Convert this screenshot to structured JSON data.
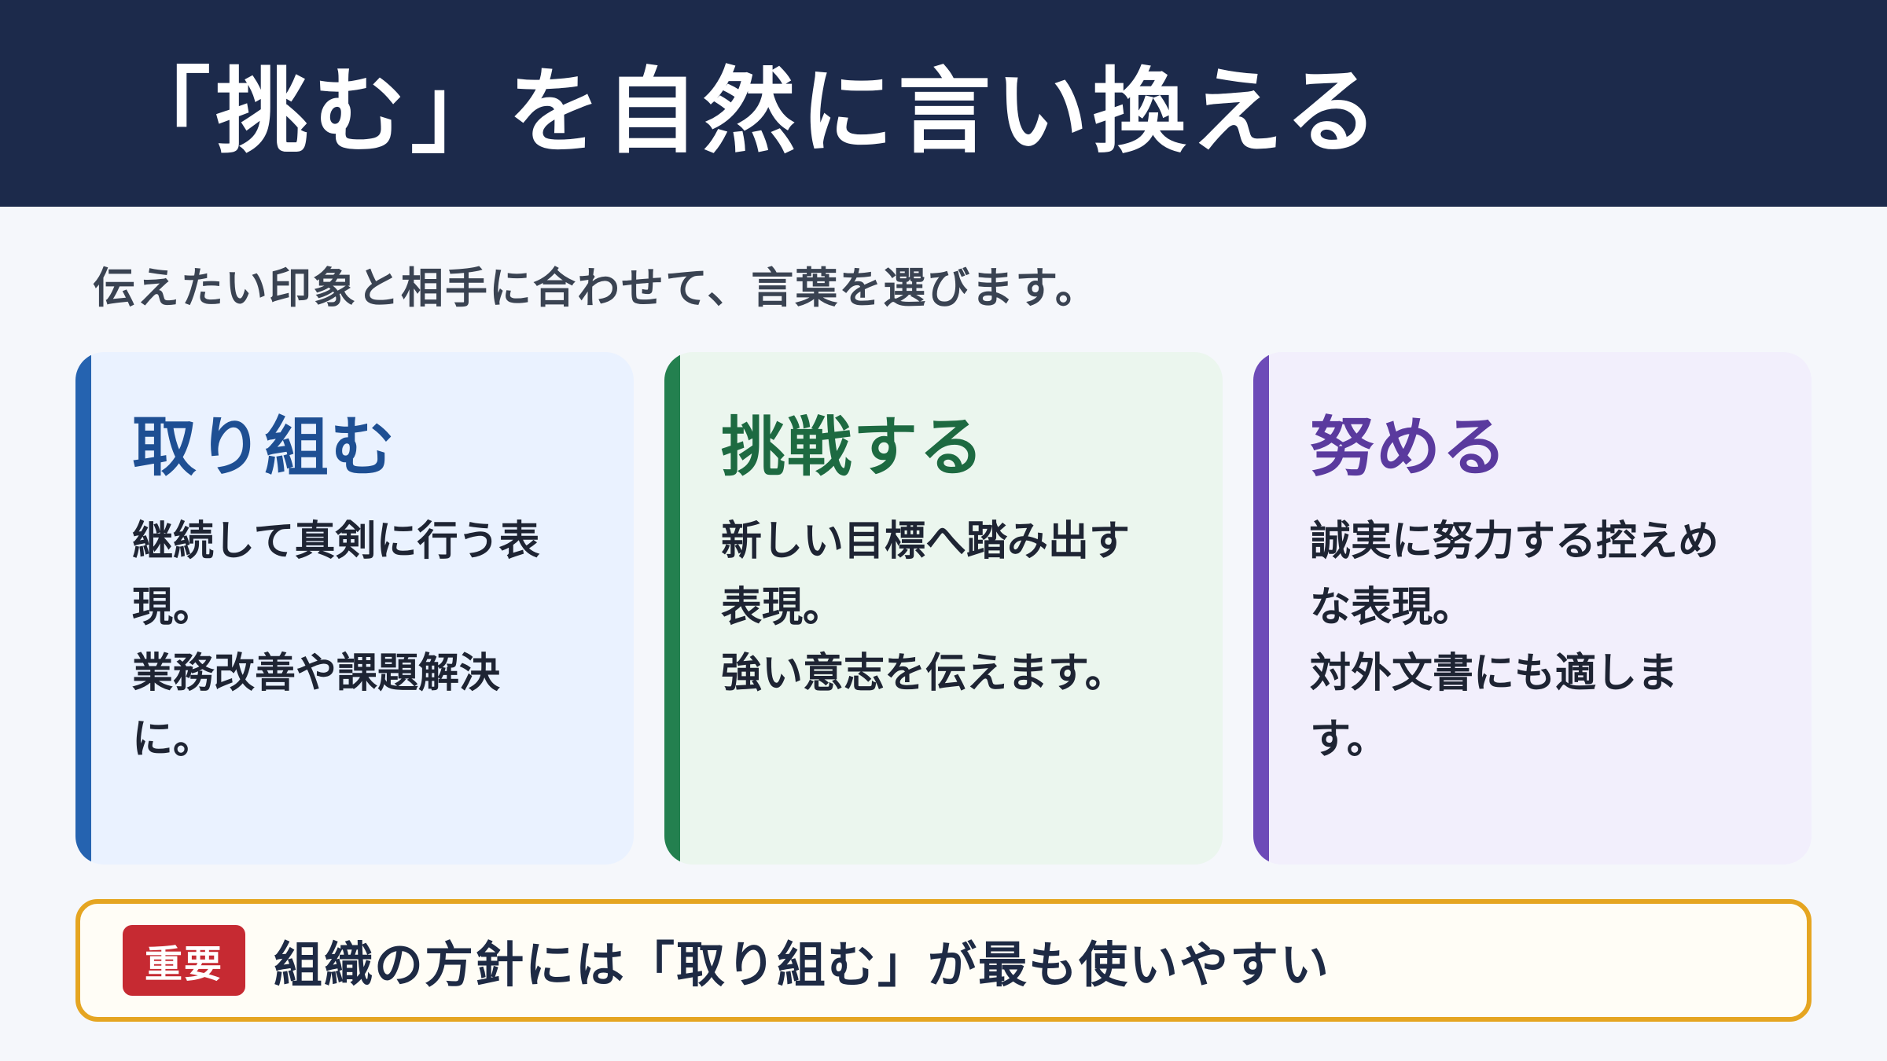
{
  "header": {
    "title": "「挑む」を自然に言い換える"
  },
  "lead": "伝えたい印象と相手に合わせて、言葉を選びます。",
  "cards": [
    {
      "title": "取り組む",
      "body": "継続して真剣に行う表\n現。\n業務改善や課題解決\nに。",
      "accent": "#2563b0",
      "title_color": "#1e4f93"
    },
    {
      "title": "挑戦する",
      "body": "新しい目標へ踏み出す\n表現。\n強い意志を伝えます。",
      "accent": "#23804f",
      "title_color": "#1d6a41"
    },
    {
      "title": "努める",
      "body": "誠実に努力する控えめ\nな表現。\n対外文書にも適します。",
      "accent": "#6d4bb8",
      "title_color": "#5a3a9e"
    }
  ],
  "callout": {
    "badge": "重要",
    "text": "組織の方針には「取り組む」が最も使いやすい",
    "border_color": "#e5a521",
    "badge_color": "#c62a32"
  }
}
